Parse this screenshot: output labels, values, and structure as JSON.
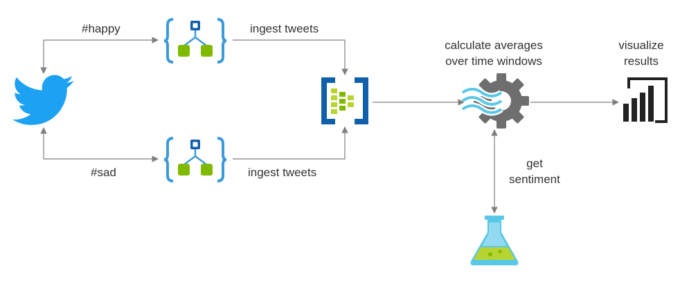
{
  "labels": {
    "happy": "#happy",
    "sad": "#sad",
    "ingest_top": "ingest tweets",
    "ingest_bottom": "ingest tweets",
    "calc_line1": "calculate averages",
    "calc_line2": "over time windows",
    "viz_line1": "visualize",
    "viz_line2": "results",
    "sent_line1": "get",
    "sent_line2": "sentiment"
  },
  "icons": {
    "twitter": "twitter-bird-icon",
    "logic_app_top": "logic-app-icon",
    "logic_app_bottom": "logic-app-icon",
    "event_hub": "event-hubs-icon",
    "stream_analytics": "stream-analytics-icon",
    "power_bi": "power-bi-icon",
    "ml_flask": "machine-learning-flask-icon"
  },
  "colors": {
    "twitter_blue": "#1DA1F2",
    "azure_blue": "#3C9AD8",
    "azure_dark": "#0F5FAA",
    "logic_green": "#7FBA00",
    "gear_gray": "#6E6E6E",
    "powerbi_black": "#222222",
    "flask_cyan": "#59C7E8",
    "flask_green": "#B8D432",
    "arrow_gray": "#7F7F7F"
  }
}
